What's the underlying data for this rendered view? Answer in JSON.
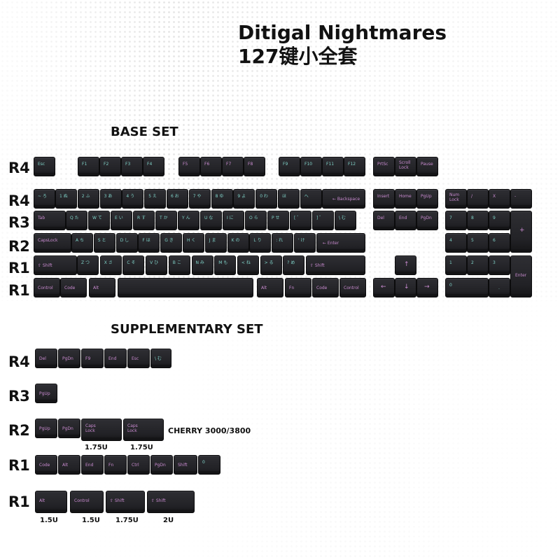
{
  "title": {
    "line1": "Ditigal Nightmares",
    "line2": "127键小全套"
  },
  "sections": {
    "base": "BASE SET",
    "supp": "SUPPLEMENTARY SET"
  },
  "row_labels": {
    "r4": "R4",
    "r3": "R3",
    "r2": "R2",
    "r1": "R1"
  },
  "cherry_note": "CHERRY 3000/3800",
  "size_notes": {
    "u175": "1.75U",
    "u15": "1.5U",
    "u2": "2U"
  },
  "keys": {
    "esc": "Esc",
    "f1": "F1",
    "f2": "F2",
    "f3": "F3",
    "f4": "F4",
    "f5": "F5",
    "f6": "F6",
    "f7": "F7",
    "f8": "F8",
    "f9": "F9",
    "f10": "F10",
    "f11": "F11",
    "f12": "F12",
    "prtsc": "PrtSc",
    "scroll": "Scroll Lock",
    "pause": "Pause",
    "backspace": "← Backspace",
    "insert": "Insert",
    "home": "Home",
    "pgup": "PgUp",
    "del": "Del",
    "end": "End",
    "pgdn": "PgDn",
    "numlock": "Num Lock",
    "slash": "/",
    "star": "X",
    "minus": "-",
    "tab": "Tab",
    "capslock": "CapsLock",
    "enter": "← Enter",
    "shift": "⇧ Shift",
    "control": "Control",
    "code": "Code",
    "alt": "Alt",
    "fn": "Fn",
    "plus": "+",
    "npenter": "Enter",
    "zero": "0",
    "dot": ".",
    "n7": "7",
    "n8": "8",
    "n9": "9",
    "n4": "4",
    "n5": "5",
    "n6": "6",
    "n1": "1",
    "n2": "2",
    "n3": "3",
    "up": "↑",
    "down": "↓",
    "left": "←",
    "right": "→",
    "capslock2": "Caps Lock",
    "ctrl": "Ctrl",
    "shift2": "Shift",
    "control2": "Control",
    "tilde_jp": "~ ろ",
    "num_row": [
      "1 ぬ",
      "2 ふ",
      "3 あ",
      "4 う",
      "5 え",
      "6 お",
      "7 や",
      "8 ゆ",
      "9 よ",
      "0 わ",
      "ほ",
      "へ"
    ],
    "q_row": [
      "Q た",
      "W て",
      "E い",
      "R す",
      "T か",
      "Y ん",
      "U な",
      "I に",
      "O ら",
      "P せ",
      "[ ゛",
      "] ゜",
      "\\ む"
    ],
    "a_row": [
      "A ち",
      "S と",
      "D し",
      "F は",
      "G き",
      "H く",
      "J ま",
      "K の",
      "L り",
      ": れ",
      "' け"
    ],
    "z_row": [
      "Z つ",
      "X さ",
      "C そ",
      "V ひ",
      "B こ",
      "N み",
      "M も",
      "< ね",
      "> る",
      "? め"
    ]
  }
}
